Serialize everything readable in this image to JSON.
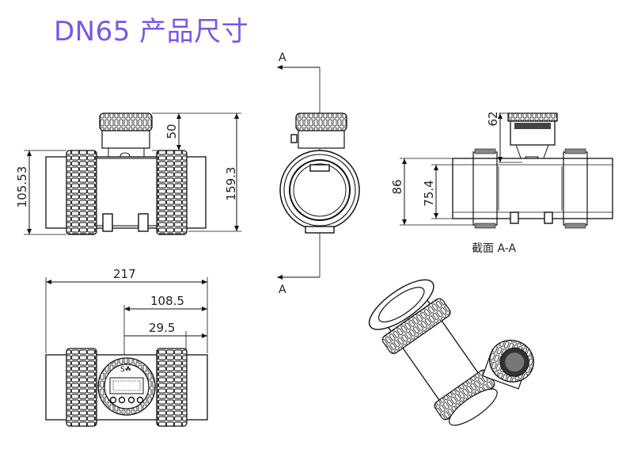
{
  "title": "DN65 产品尺寸",
  "front_view": {
    "dim_height_overall": "159.3",
    "dim_head_height": "50",
    "dim_body_height": "105.53"
  },
  "side_view": {
    "section_mark_top": "A",
    "section_mark_bottom": "A"
  },
  "section_view": {
    "dim_head": "62",
    "dim_outer": "86",
    "dim_inner": "75.4",
    "caption": "截面  A-A"
  },
  "top_view": {
    "dim_total_length": "217",
    "dim_half_length": "108.5",
    "dim_offset": "29.5"
  },
  "colors": {
    "title": "#7b55e8",
    "line": "#111111"
  }
}
